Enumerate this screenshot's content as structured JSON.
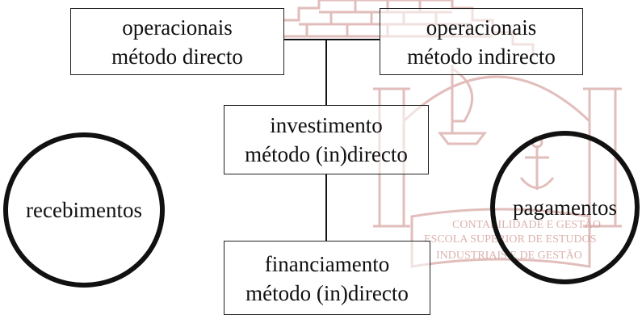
{
  "boxes": {
    "op_direct": {
      "line1": "operacionais",
      "line2": "método directo"
    },
    "op_indirect": {
      "line1": "operacionais",
      "line2": "método indirecto"
    },
    "investment": {
      "line1": "investimento",
      "line2": "método (in)directo"
    },
    "financing": {
      "line1": "financiamento",
      "line2": "método (in)directo"
    }
  },
  "circles": {
    "receipts": "recebimentos",
    "payments": "pagamentos"
  },
  "watermark": {
    "color": "#c98a84",
    "seal_line1": "CONTABILIDADE E GESTÃO",
    "seal_line2": "ESCOLA SUPERIOR DE ESTUDOS",
    "seal_line3": "INDUSTRIAIS E DE GESTÃO"
  }
}
